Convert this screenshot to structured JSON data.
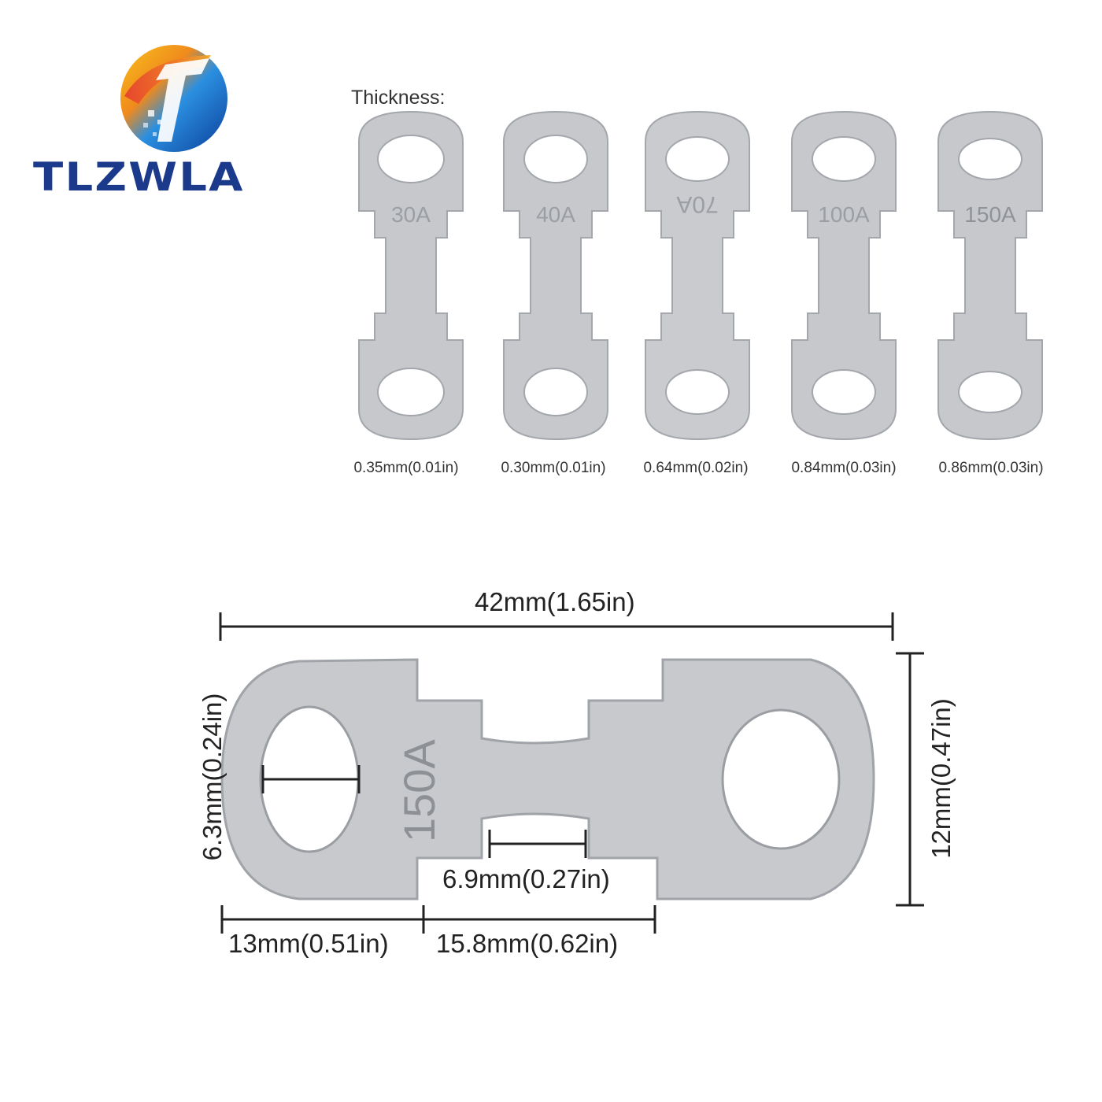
{
  "brand": {
    "name": "TLZWLA"
  },
  "thickness": {
    "title": "Thickness:",
    "fuses": [
      {
        "marking": "30A",
        "thickness": "0.35mm(0.01in)"
      },
      {
        "marking": "40A",
        "thickness": "0.30mm(0.01in)"
      },
      {
        "marking": "70A",
        "thickness": "0.64mm(0.02in)"
      },
      {
        "marking": "100A",
        "thickness": "0.84mm(0.03in)"
      },
      {
        "marking": "150A",
        "thickness": "0.86mm(0.03in)"
      }
    ]
  },
  "diagram": {
    "marking": "150A",
    "total_length": "42mm(1.65in)",
    "height": "12mm(0.47in)",
    "hole_diameter": "6.3mm(0.24in)",
    "neck_width": "6.9mm(0.27in)",
    "end_length": "13mm(0.51in)",
    "mid_length": "15.8mm(0.62in)"
  },
  "colors": {
    "metal": "#c4c6ca",
    "metal_edge": "#9fa2a7",
    "brand_blue": "#1c3a8c"
  }
}
